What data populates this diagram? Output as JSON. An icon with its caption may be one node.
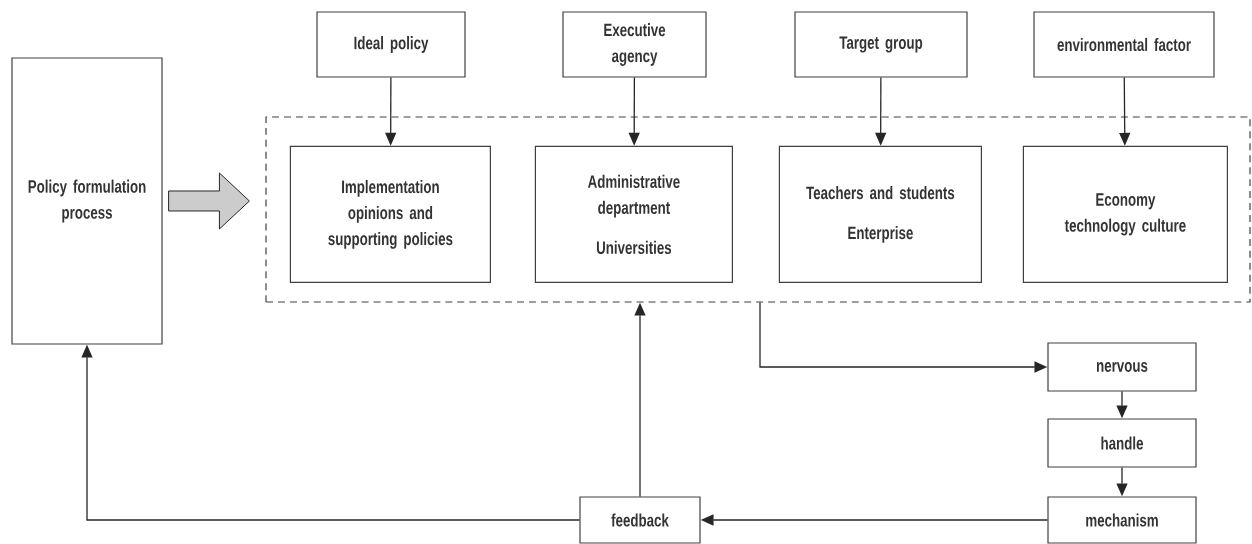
{
  "diagram": {
    "nodes": [
      {
        "text": [
          "Policy formulation process"
        ]
      },
      {
        "text": [
          "Ideal policy"
        ]
      },
      {
        "text": [
          "Executive agency"
        ]
      },
      {
        "text": [
          "Target group"
        ]
      },
      {
        "text": [
          "environmental factor"
        ]
      },
      {
        "text": [],
        "shape": "box"
      },
      {
        "text": [
          "Implementation opinions and supporting policies"
        ],
        "in": 5
      },
      {
        "text": [
          "Administrative department",
          "Universities"
        ],
        "in": 5
      },
      {
        "text": [
          "Teachers and students",
          "Enterprise"
        ],
        "in": 5
      },
      {
        "text": [
          "Economy technology culture"
        ],
        "in": 5
      },
      {
        "text": [
          "nervous"
        ]
      },
      {
        "text": [
          "handle"
        ]
      },
      {
        "text": [
          "mechanism"
        ]
      },
      {
        "text": [
          "feedback"
        ]
      }
    ],
    "edges": [
      {
        "from": 0,
        "to": 5,
        "arrow": "to",
        "style": "thick"
      },
      {
        "from": 1,
        "to": 6,
        "arrow": "to"
      },
      {
        "from": 2,
        "to": 7,
        "arrow": "to"
      },
      {
        "from": 3,
        "to": 8,
        "arrow": "to"
      },
      {
        "from": 4,
        "to": 9,
        "arrow": "to"
      },
      {
        "from": 5,
        "to": 10,
        "arrow": "to"
      },
      {
        "from": 10,
        "to": 11,
        "arrow": "to"
      },
      {
        "from": 11,
        "to": 12,
        "arrow": "to"
      },
      {
        "from": 12,
        "to": 13,
        "arrow": "to"
      },
      {
        "from": 13,
        "to": 5,
        "arrow": "to"
      },
      {
        "from": 13,
        "to": 0,
        "arrow": "to"
      }
    ]
  }
}
